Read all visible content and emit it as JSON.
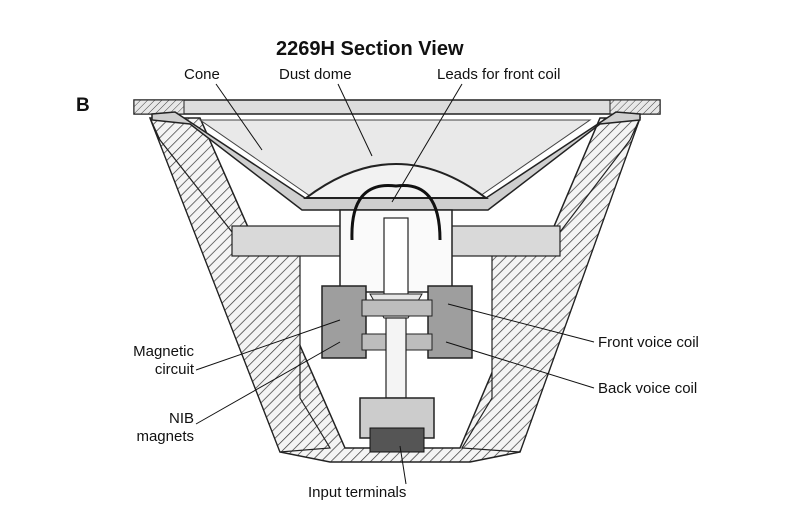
{
  "figure": {
    "title": "2269H Section View",
    "panel_letter": "B",
    "labels": {
      "cone": "Cone",
      "dust_dome": "Dust dome",
      "leads_front_coil": "Leads for front coil",
      "magnetic_circuit_line1": "Magnetic",
      "magnetic_circuit_line2": "circuit",
      "nib_magnets_line1": "NIB",
      "nib_magnets_line2": "magnets",
      "front_voice_coil": "Front voice coil",
      "back_voice_coil": "Back voice coil",
      "input_terminals": "Input terminals"
    }
  }
}
